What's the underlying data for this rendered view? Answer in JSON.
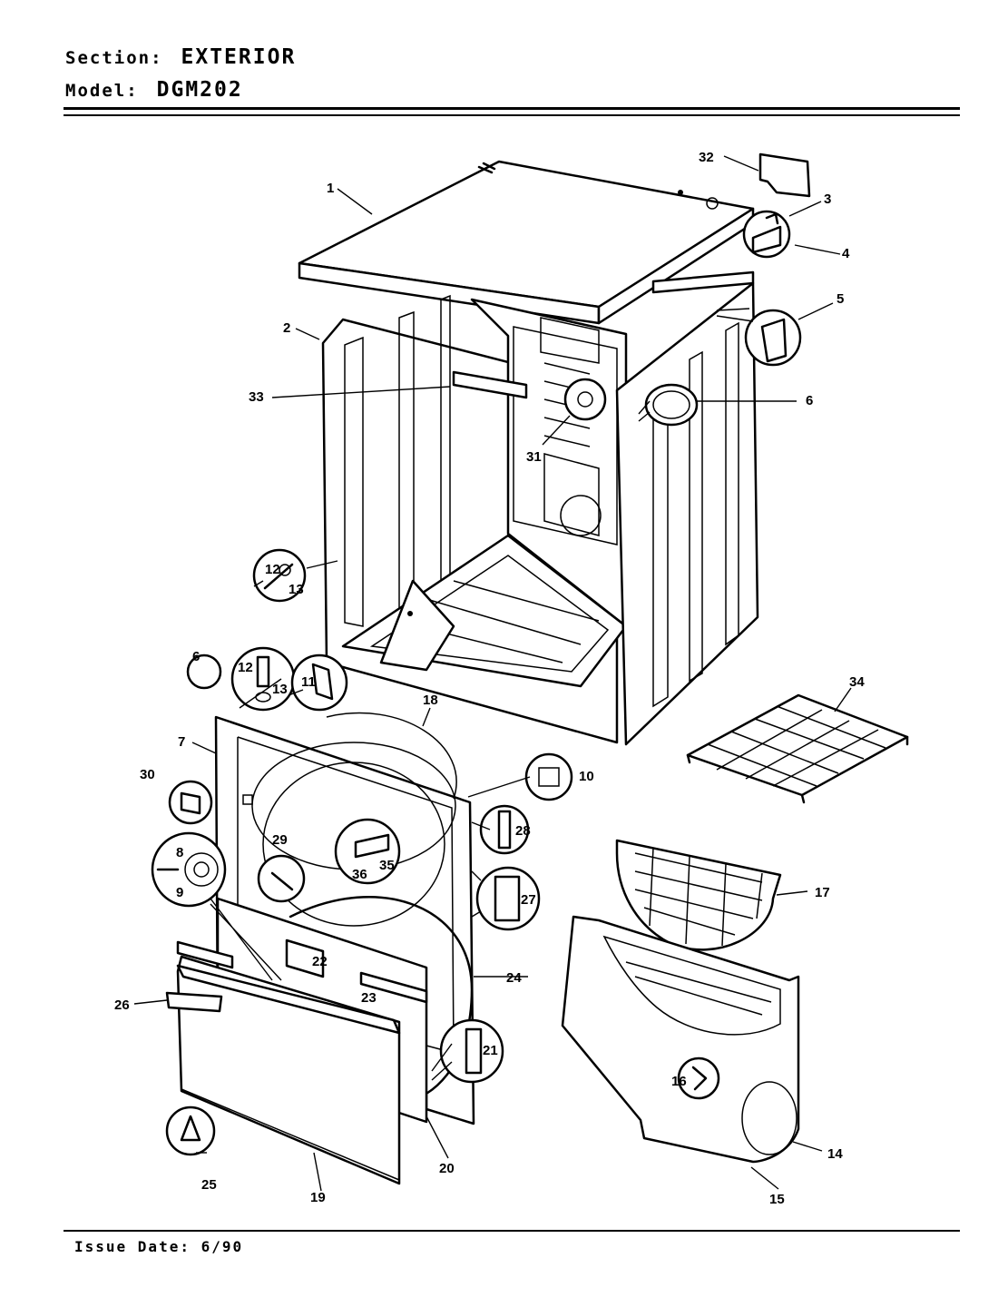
{
  "header": {
    "section_label": "Section:",
    "section_value": "EXTERIOR",
    "model_label": "Model:",
    "model_value": "DGM202"
  },
  "footer": {
    "issue_date": "Issue Date: 6/90"
  },
  "callouts": {
    "c1": "1",
    "c2": "2",
    "c3": "3",
    "c4": "4",
    "c5": "5",
    "c6a": "6",
    "c6b": "6",
    "c7": "7",
    "c8": "8",
    "c9": "9",
    "c10": "10",
    "c11": "11",
    "c12a": "12",
    "c13a": "13",
    "c12b": "12",
    "c13b": "13",
    "c14": "14",
    "c15": "15",
    "c16": "16",
    "c17": "17",
    "c18": "18",
    "c19": "19",
    "c20": "20",
    "c21": "21",
    "c22": "22",
    "c23": "23",
    "c24": "24",
    "c25": "25",
    "c26": "26",
    "c27": "27",
    "c28": "28",
    "c29": "29",
    "c30": "30",
    "c31": "31",
    "c32": "32",
    "c33": "33",
    "c34": "34",
    "c35": "35",
    "c36": "36"
  }
}
